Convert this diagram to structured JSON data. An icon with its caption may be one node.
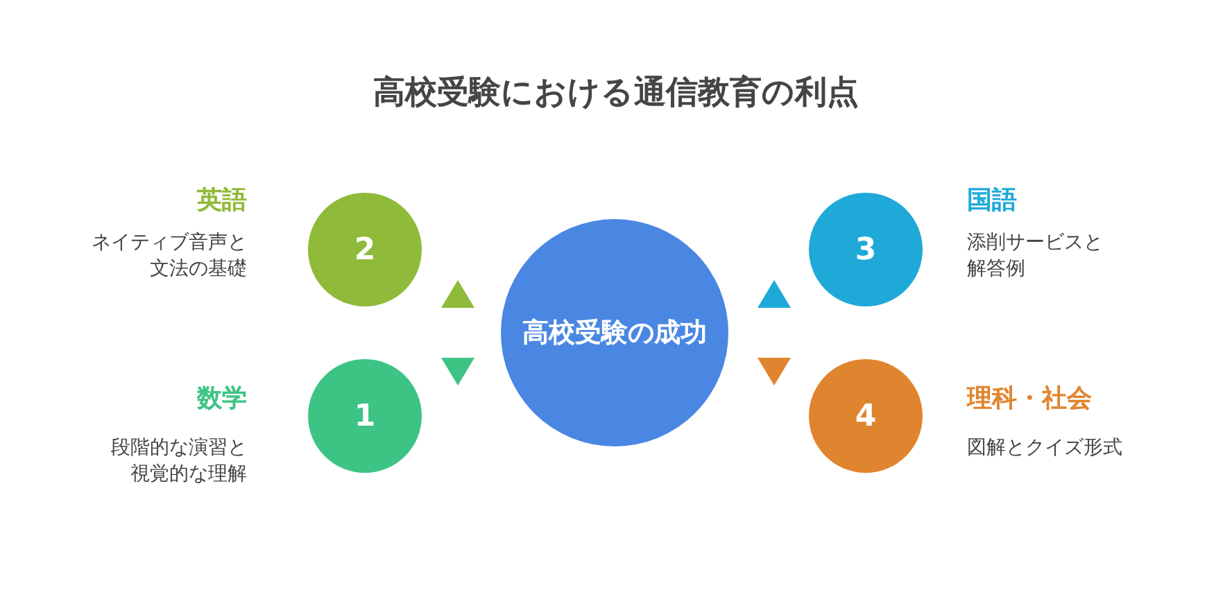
{
  "diagram": {
    "title": "高校受験における通信教育の利点",
    "nodes": [
      {
        "text": [
          "2"
        ],
        "beside": [
          "英語",
          "ネイティブ音声と文法の基礎"
        ]
      },
      {
        "text": [
          "1"
        ],
        "beside": [
          "数学",
          "段階的な演習と視覚的な理解"
        ]
      },
      {
        "text": [
          "高校受験の成功"
        ]
      },
      {
        "text": [
          "3"
        ],
        "beside": [
          "国語",
          "添削サービスと解答例"
        ]
      },
      {
        "text": [
          "4"
        ],
        "beside": [
          "理科・社会",
          "図解とクイズ形式"
        ]
      }
    ]
  }
}
